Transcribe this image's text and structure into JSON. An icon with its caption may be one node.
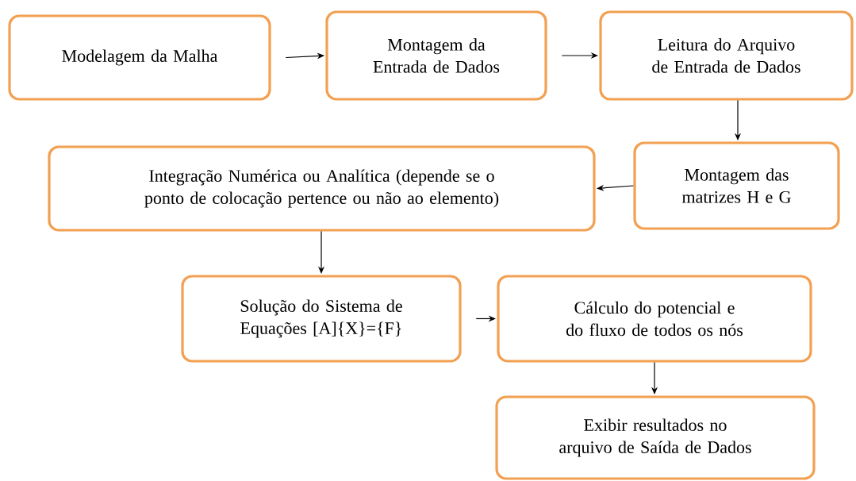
{
  "diagram": {
    "nodes": [
      {
        "text": [
          "Modelagem da Malha"
        ]
      },
      {
        "text": [
          "Montagem da Entrada de Dados"
        ]
      },
      {
        "text": [
          "Leitura do Arquivo de Entrada de Dados"
        ]
      },
      {
        "text": [
          "Montagem das matrizes H e G"
        ]
      },
      {
        "text": [
          "Integração Numérica ou Analítica (depende se o ponto de colocação pertence ou não ao elemento)"
        ]
      },
      {
        "text": [
          "Solução do Sistema de Equações [A]{X}={F}"
        ]
      },
      {
        "text": [
          "Cálculo do potencial e do fluxo de todos os nós"
        ]
      },
      {
        "text": [
          "Exibir resultados no arquivo de Saída de Dados"
        ]
      }
    ],
    "edges": [
      {
        "from": 0,
        "to": 1,
        "arrow": "to"
      },
      {
        "from": 1,
        "to": 2,
        "arrow": "to"
      },
      {
        "from": 2,
        "to": 3,
        "arrow": "to"
      },
      {
        "from": 3,
        "to": 4,
        "arrow": "to"
      },
      {
        "from": 4,
        "to": 5,
        "arrow": "to"
      },
      {
        "from": 5,
        "to": 6,
        "arrow": "to"
      },
      {
        "from": 6,
        "to": 7,
        "arrow": "to"
      }
    ]
  }
}
